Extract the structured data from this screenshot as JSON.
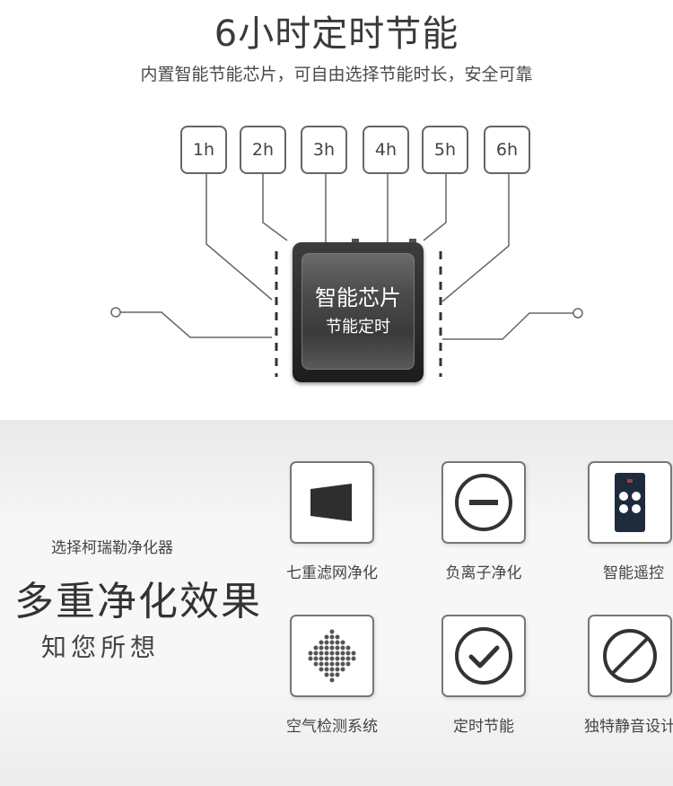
{
  "header": {
    "title": "6小时定时节能",
    "subtitle": "内置智能节能芯片，可自由选择节能时长，安全可靠"
  },
  "timer_options": [
    "1h",
    "2h",
    "3h",
    "4h",
    "5h",
    "6h"
  ],
  "chip": {
    "line1": "智能芯片",
    "line2": "节能定时"
  },
  "promo": {
    "brand_text": "选择柯瑞勒净化器",
    "headline": "多重净化效果",
    "tagline": "知您所想"
  },
  "features": [
    {
      "label": "七重滤网净化",
      "icon": "filter-panel-icon"
    },
    {
      "label": "负离子净化",
      "icon": "minus-circle-icon"
    },
    {
      "label": "智能遥控",
      "icon": "remote-control-icon"
    },
    {
      "label": "空气检测系统",
      "icon": "dot-matrix-icon"
    },
    {
      "label": "定时节能",
      "icon": "check-circle-icon"
    },
    {
      "label": "独特静音设计",
      "icon": "mute-circle-icon"
    }
  ],
  "colors": {
    "chip_body": "#2a2a2a",
    "remote_body": "#1e2b3c",
    "icon_stroke": "#333333"
  }
}
